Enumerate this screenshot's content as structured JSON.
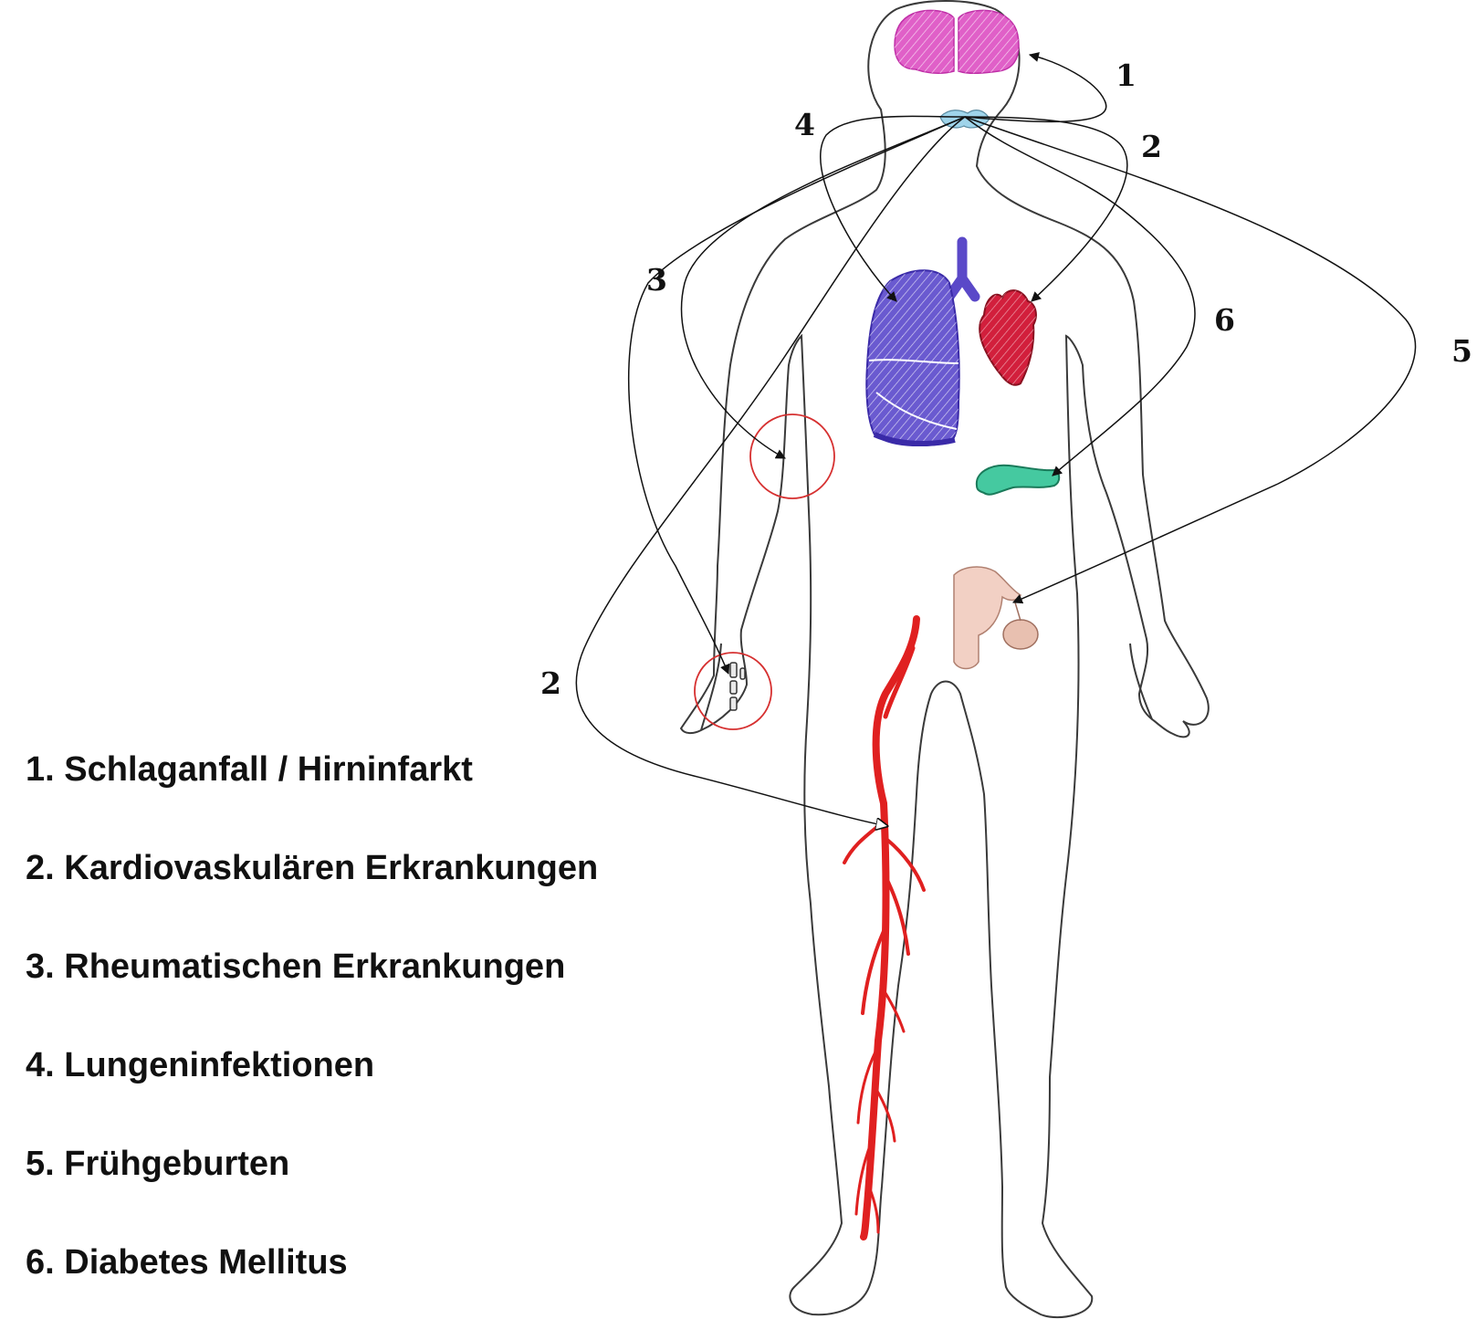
{
  "diagram": {
    "callouts": [
      {
        "id": "brain",
        "label": "1"
      },
      {
        "id": "heart",
        "label": "2"
      },
      {
        "id": "leg",
        "label": "2"
      },
      {
        "id": "joints",
        "label": "3"
      },
      {
        "id": "lungs",
        "label": "4"
      },
      {
        "id": "uterus",
        "label": "5"
      },
      {
        "id": "pancreas",
        "label": "6"
      }
    ],
    "legend": [
      "1. Schlaganfall / Hirninfarkt",
      "2. Kardiovaskulären Erkrankungen",
      "3. Rheumatischen Erkrankungen",
      "4. Lungeninfektionen",
      "5. Frühgeburten",
      "6. Diabetes Mellitus"
    ],
    "colors": {
      "outline": "#3a3a3a",
      "brain": "#e060c8",
      "mouth": "#9fd4ea",
      "lungs": "#6a5ad0",
      "trachea": "#5a48c8",
      "heart": "#d21f3c",
      "pancreas": "#45c9a0",
      "uterus": "#f2d0c4",
      "artery": "#e02020",
      "circle": "#d63030",
      "arrow": "#111111"
    }
  }
}
